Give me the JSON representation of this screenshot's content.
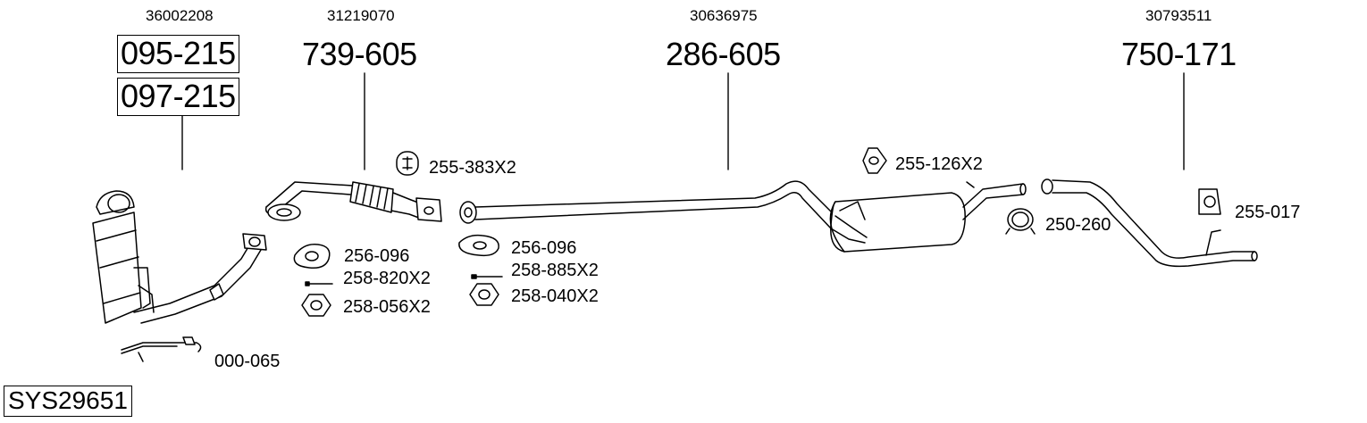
{
  "oem_numbers": [
    "36002208",
    "31219070",
    "30636975",
    "30793511"
  ],
  "main_parts": {
    "dpf_a": "095-215",
    "dpf_b": "097-215",
    "front_pipe": "739-605",
    "middle_pipe": "286-605",
    "rear_pipe": "750-171"
  },
  "accessories": {
    "rubber_mount_1": "255-383X2",
    "gasket_1": "256-096",
    "bolt_1": "258-820X2",
    "nut_1": "258-056X2",
    "gasket_2": "256-096",
    "bolt_2": "258-885X2",
    "nut_2": "258-040X2",
    "rubber_mount_2": "255-126X2",
    "clamp": "250-260",
    "rubber_mount_3": "255-017",
    "sensor_pipe": "000-065"
  },
  "system_code": "SYS29651"
}
